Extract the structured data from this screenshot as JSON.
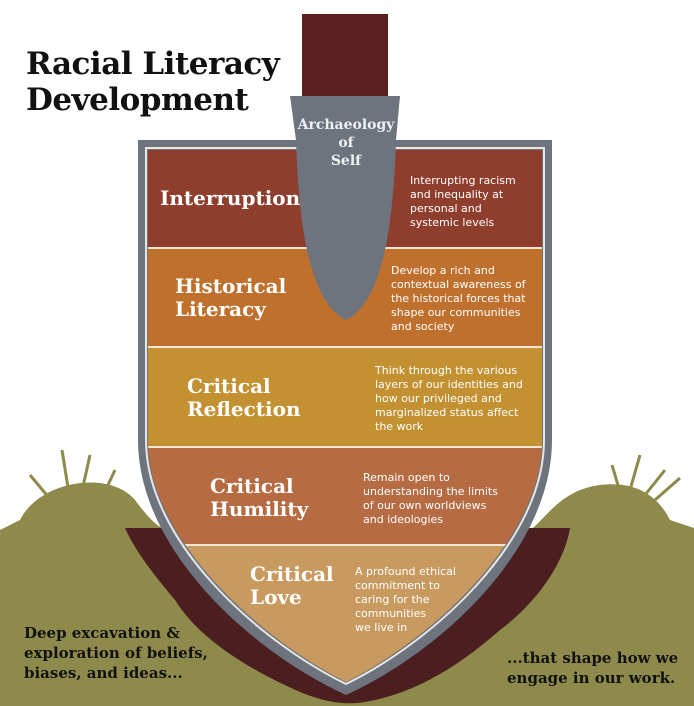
{
  "title": {
    "line1": "Racial Literacy",
    "line2": "Development"
  },
  "core": {
    "line1": "Archaeology",
    "line2": "of",
    "line3": "Self"
  },
  "layers": [
    {
      "label1": "Interruption",
      "label2": "",
      "description": [
        "Interrupting racism",
        "and inequality at",
        "personal and",
        "systemic levels"
      ],
      "color": "#8f3e2d"
    },
    {
      "label1": "Historical",
      "label2": "Literacy",
      "description": [
        "Develop a rich and",
        "contextual awareness of",
        "the historical forces that",
        "shape our communities",
        "and society"
      ],
      "color": "#c0702d"
    },
    {
      "label1": "Critical",
      "label2": "Reflection",
      "description": [
        "Think through the various",
        "layers of our identities and",
        "how our privileged and",
        "marginalized status affect",
        "the work"
      ],
      "color": "#c39131"
    },
    {
      "label1": "Critical",
      "label2": "Humility",
      "description": [
        "Remain open to",
        "understanding the limits",
        "of our own worldviews",
        "and ideologies"
      ],
      "color": "#b66b43"
    },
    {
      "label1": "Critical",
      "label2": "Love",
      "description": [
        "A profound ethical",
        "commitment to",
        "caring for the",
        "communities",
        "we live in"
      ],
      "color": "#c99a5f"
    }
  ],
  "footer": {
    "left": [
      "Deep excavation &",
      "exploration of beliefs,",
      "biases, and ideas..."
    ],
    "right": [
      "...that shape how we",
      "engage in our work."
    ]
  },
  "colors": {
    "handle": "#5b1f20",
    "steel": "#6e747e",
    "ground": "#8e8a4b",
    "dirt": "#4b1f20"
  }
}
